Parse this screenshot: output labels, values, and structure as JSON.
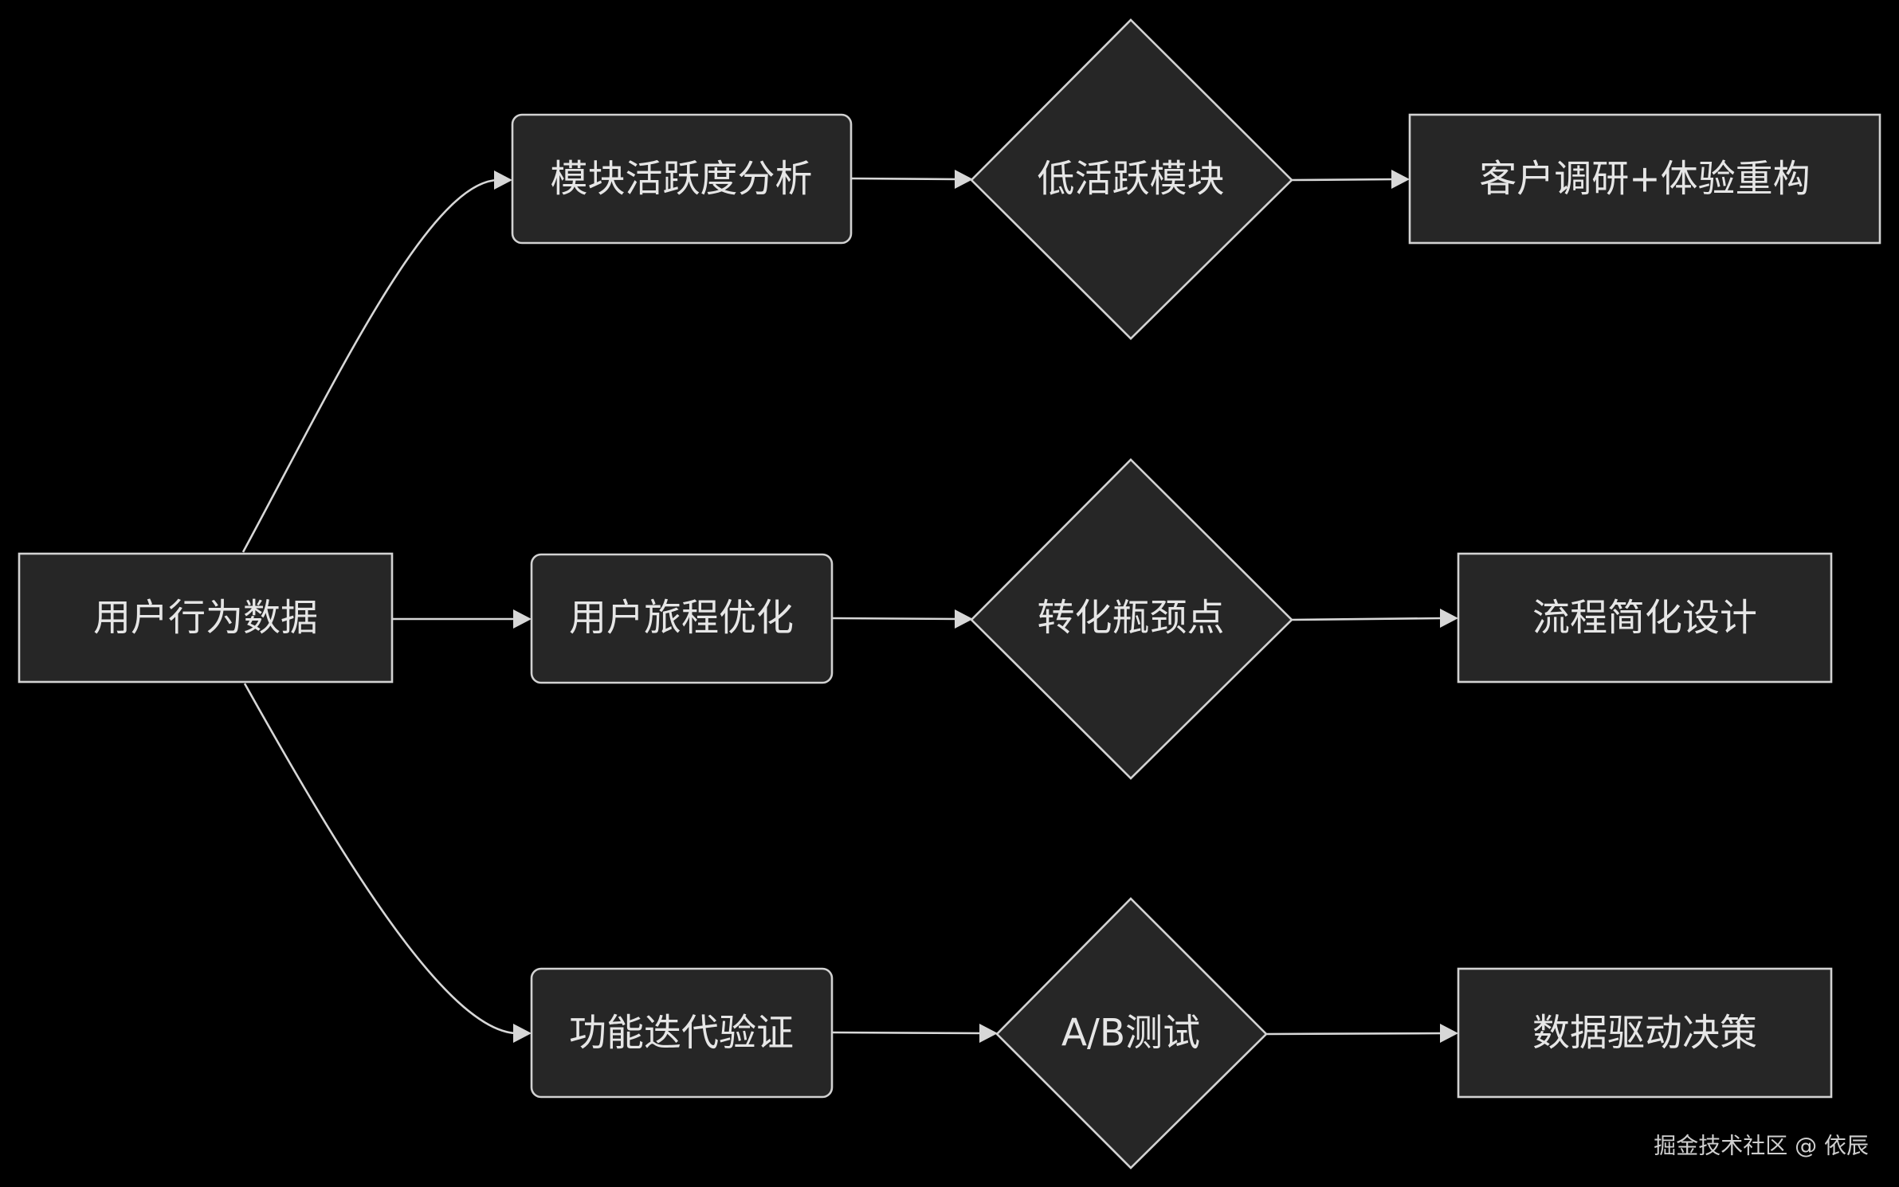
{
  "diagram": {
    "type": "flowchart",
    "direction": "left-to-right",
    "nodes": [
      {
        "id": "root",
        "label": "用户行为数据",
        "shape": "rect"
      },
      {
        "id": "m1",
        "label": "模块活跃度分析",
        "shape": "rounded-rect"
      },
      {
        "id": "d1",
        "label": "低活跃模块",
        "shape": "diamond"
      },
      {
        "id": "r1",
        "label": "客户调研+体验重构",
        "shape": "rect"
      },
      {
        "id": "m2",
        "label": "用户旅程优化",
        "shape": "rounded-rect"
      },
      {
        "id": "d2",
        "label": "转化瓶颈点",
        "shape": "diamond"
      },
      {
        "id": "r2",
        "label": "流程简化设计",
        "shape": "rect"
      },
      {
        "id": "m3",
        "label": "功能迭代验证",
        "shape": "rounded-rect"
      },
      {
        "id": "d3",
        "label": "A/B测试",
        "shape": "diamond"
      },
      {
        "id": "r3",
        "label": "数据驱动决策",
        "shape": "rect"
      }
    ],
    "edges": [
      {
        "from": "root",
        "to": "m1"
      },
      {
        "from": "root",
        "to": "m2"
      },
      {
        "from": "root",
        "to": "m3"
      },
      {
        "from": "m1",
        "to": "d1"
      },
      {
        "from": "d1",
        "to": "r1"
      },
      {
        "from": "m2",
        "to": "d2"
      },
      {
        "from": "d2",
        "to": "r2"
      },
      {
        "from": "m3",
        "to": "d3"
      },
      {
        "from": "d3",
        "to": "r3"
      }
    ]
  },
  "watermark": "掘金技术社区 @ 依辰",
  "colors": {
    "background": "#000000",
    "node_fill": "#262626",
    "node_stroke": "#d2d2d2",
    "edge": "#d7d7d7",
    "text": "#e6e6e6"
  }
}
